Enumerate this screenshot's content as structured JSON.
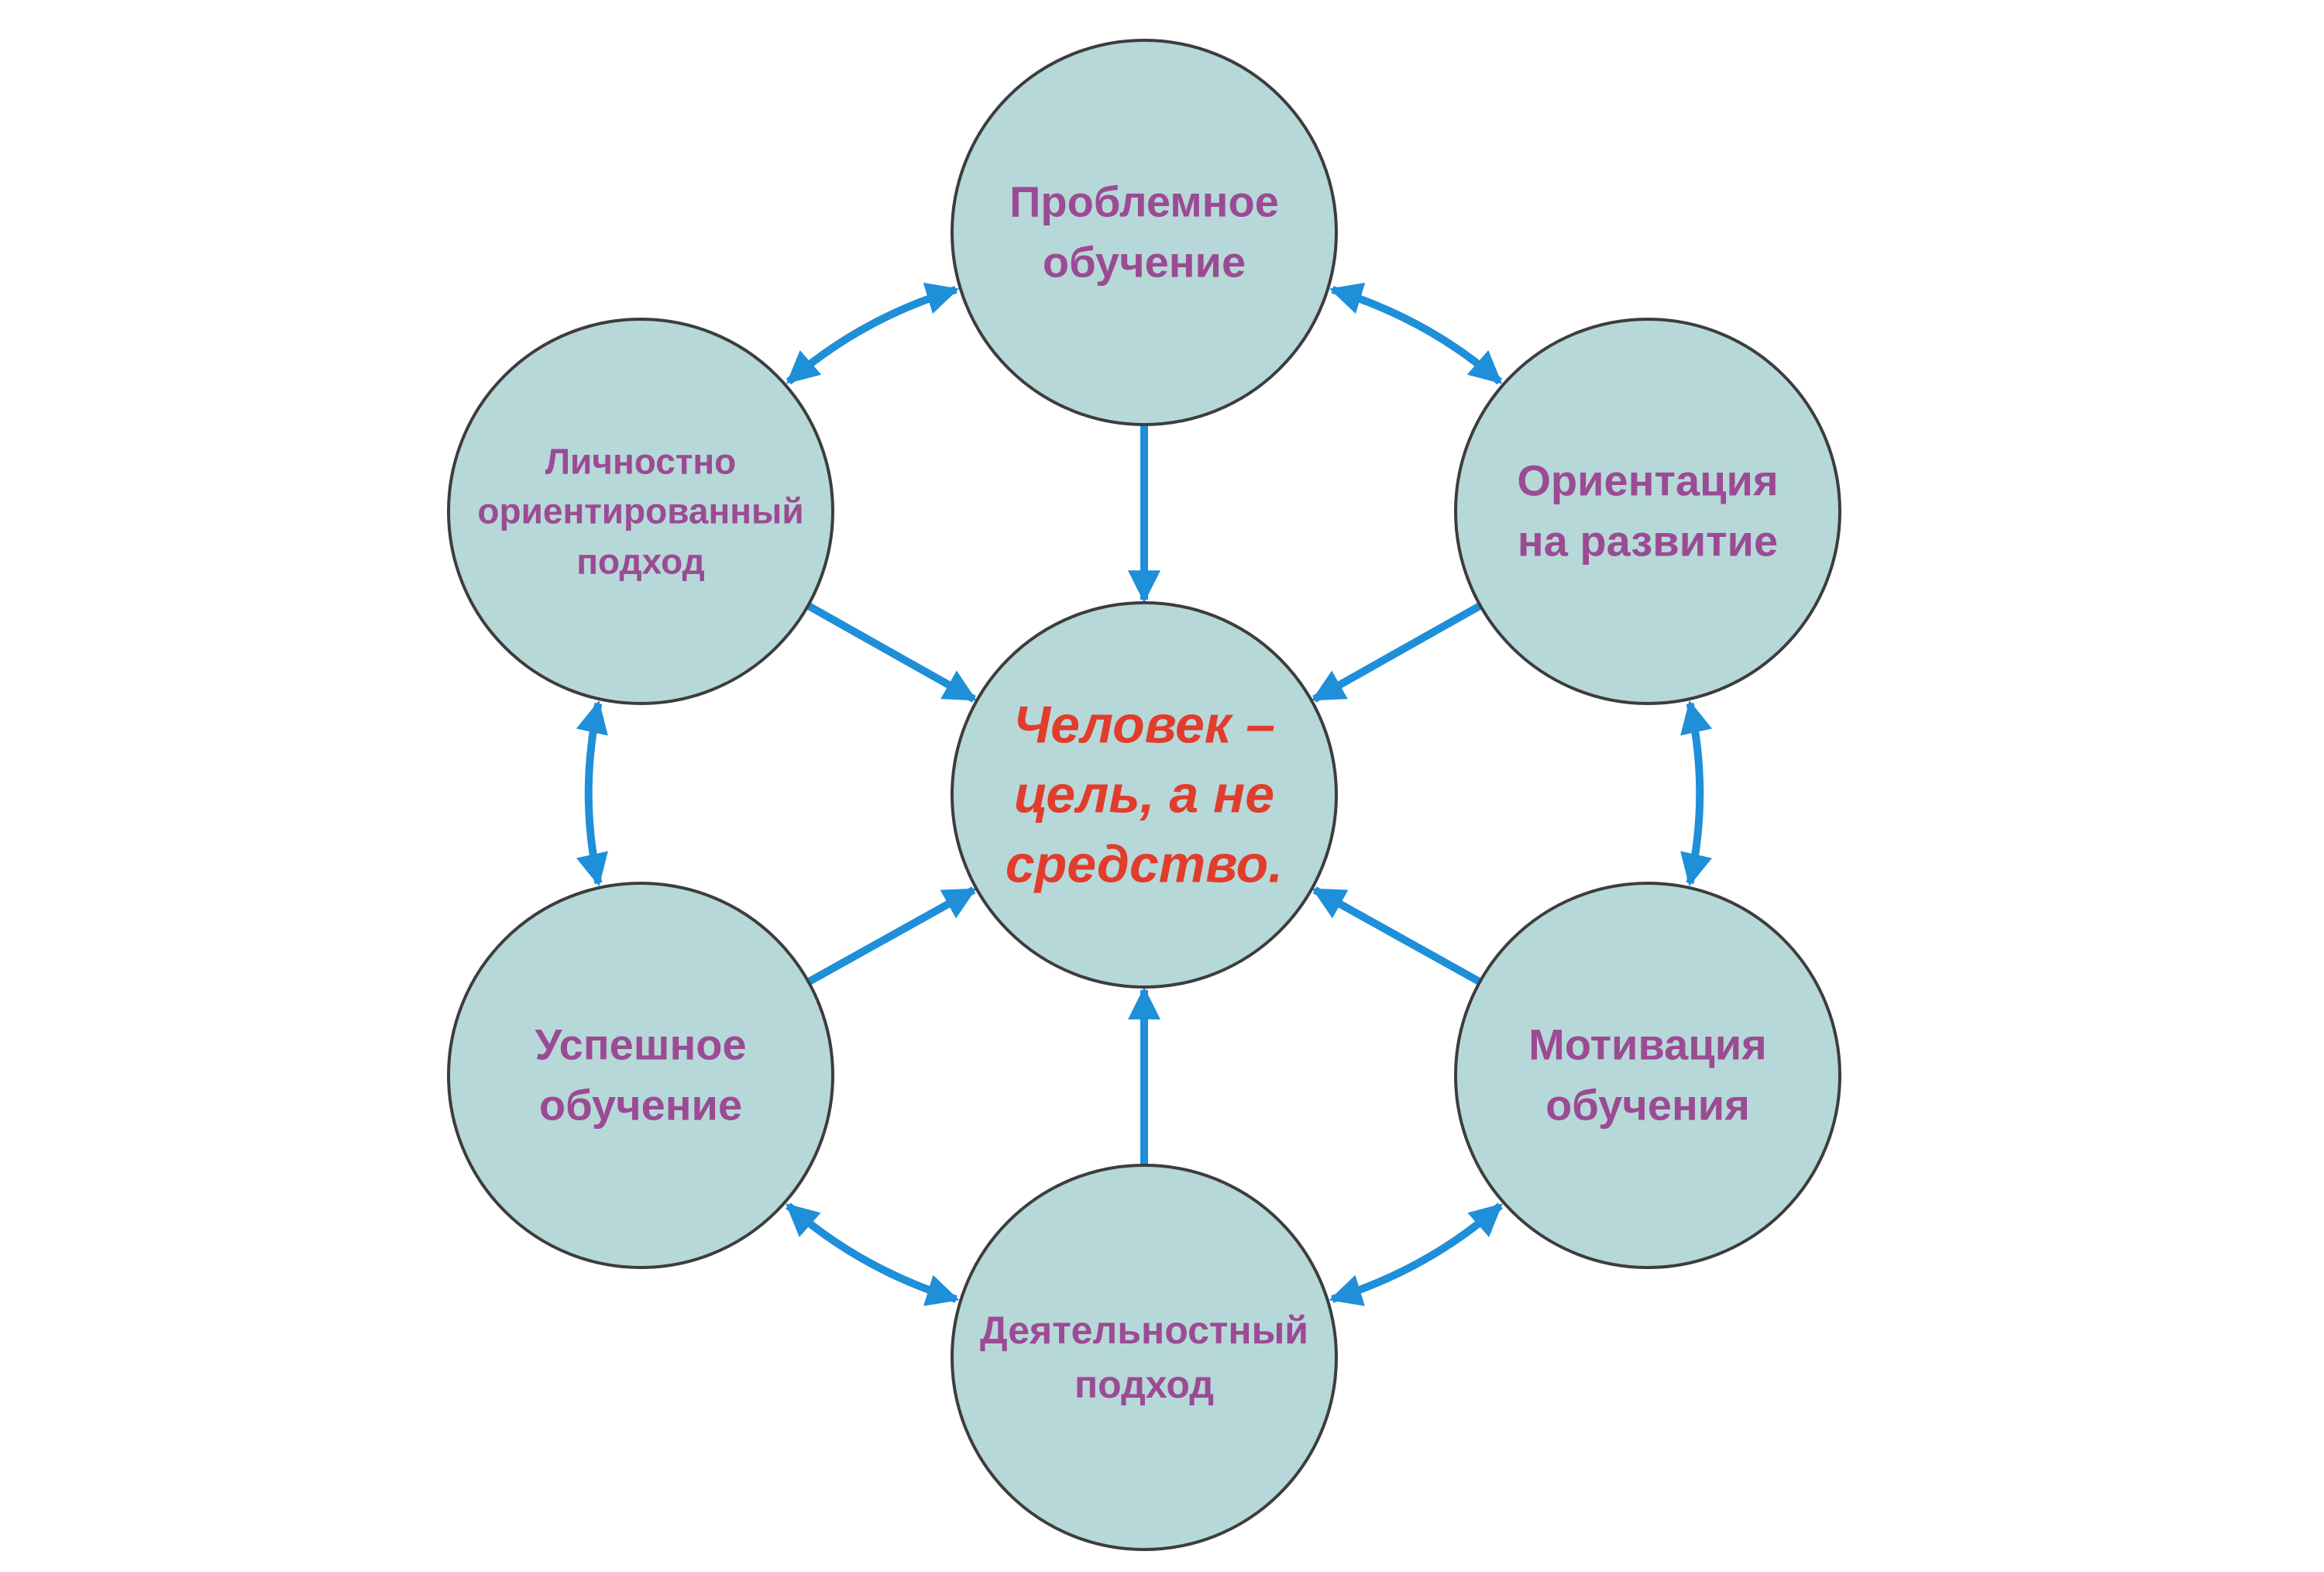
{
  "colors": {
    "circle_fill": "#b7d8d9",
    "circle_stroke": "#3d3d3d",
    "arrow": "#1e8fd8",
    "node_text": "#9b4b93",
    "center_text": "#e23c2c"
  },
  "center": {
    "label_lines": [
      "Человек –",
      "цель, а не",
      "средство."
    ]
  },
  "nodes": [
    {
      "id": "problem-learning",
      "label_lines": [
        "Проблемное",
        "обучение"
      ]
    },
    {
      "id": "development-orientation",
      "label_lines": [
        "Ориентация",
        "на развитие"
      ]
    },
    {
      "id": "learning-motivation",
      "label_lines": [
        "Мотивация",
        "обучения"
      ]
    },
    {
      "id": "activity-approach",
      "label_lines": [
        "Деятельностный",
        "подход"
      ]
    },
    {
      "id": "successful-learning",
      "label_lines": [
        "Успешное",
        "обучение"
      ]
    },
    {
      "id": "personal-approach",
      "label_lines": [
        "Личностно",
        "ориентированный",
        "подход"
      ]
    }
  ],
  "arrows_to_center": [
    "problem-learning",
    "development-orientation",
    "learning-motivation",
    "activity-approach",
    "successful-learning",
    "personal-approach"
  ],
  "arrows_between": [
    [
      "problem-learning",
      "development-orientation"
    ],
    [
      "development-orientation",
      "learning-motivation"
    ],
    [
      "learning-motivation",
      "activity-approach"
    ],
    [
      "activity-approach",
      "successful-learning"
    ],
    [
      "successful-learning",
      "personal-approach"
    ],
    [
      "personal-approach",
      "problem-learning"
    ]
  ]
}
